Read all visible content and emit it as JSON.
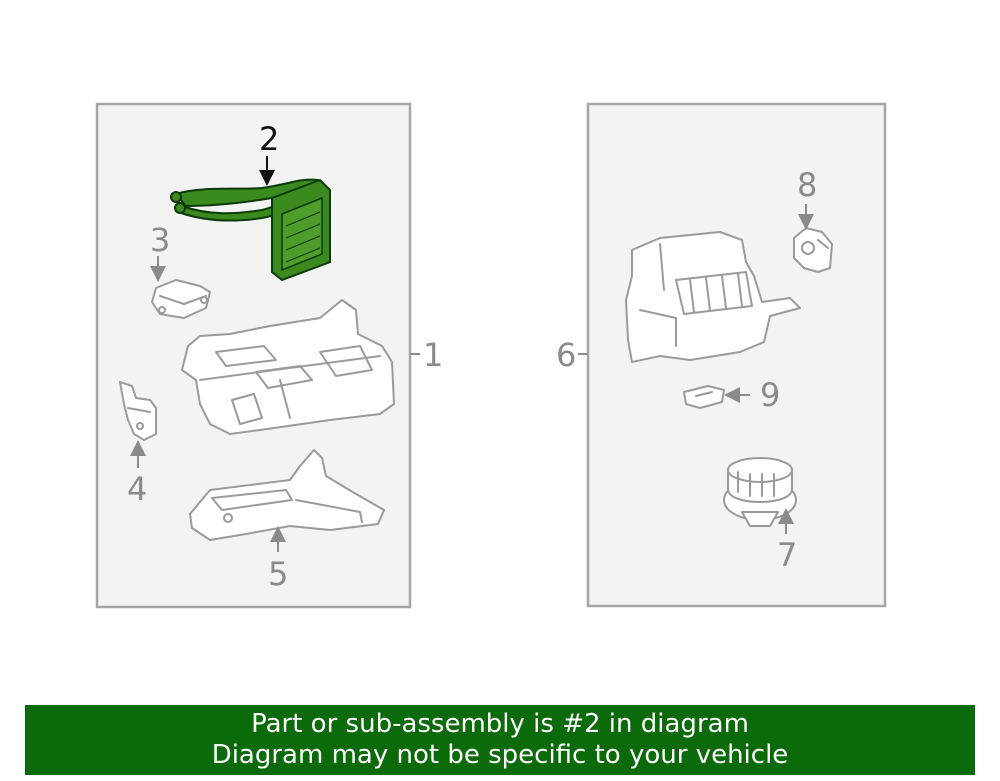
{
  "callouts": {
    "c1": "1",
    "c2": "2",
    "c3": "3",
    "c4": "4",
    "c5": "5",
    "c6": "6",
    "c7": "7",
    "c8": "8",
    "c9": "9"
  },
  "highlight": {
    "part": "2",
    "color": "#0b6b0b",
    "fill": "#3a8a1e"
  },
  "banner": {
    "line1": "Part or sub-assembly is #2 in diagram",
    "line2": "Diagram may not be specific to your vehicle",
    "background": "#0b6b0b"
  }
}
